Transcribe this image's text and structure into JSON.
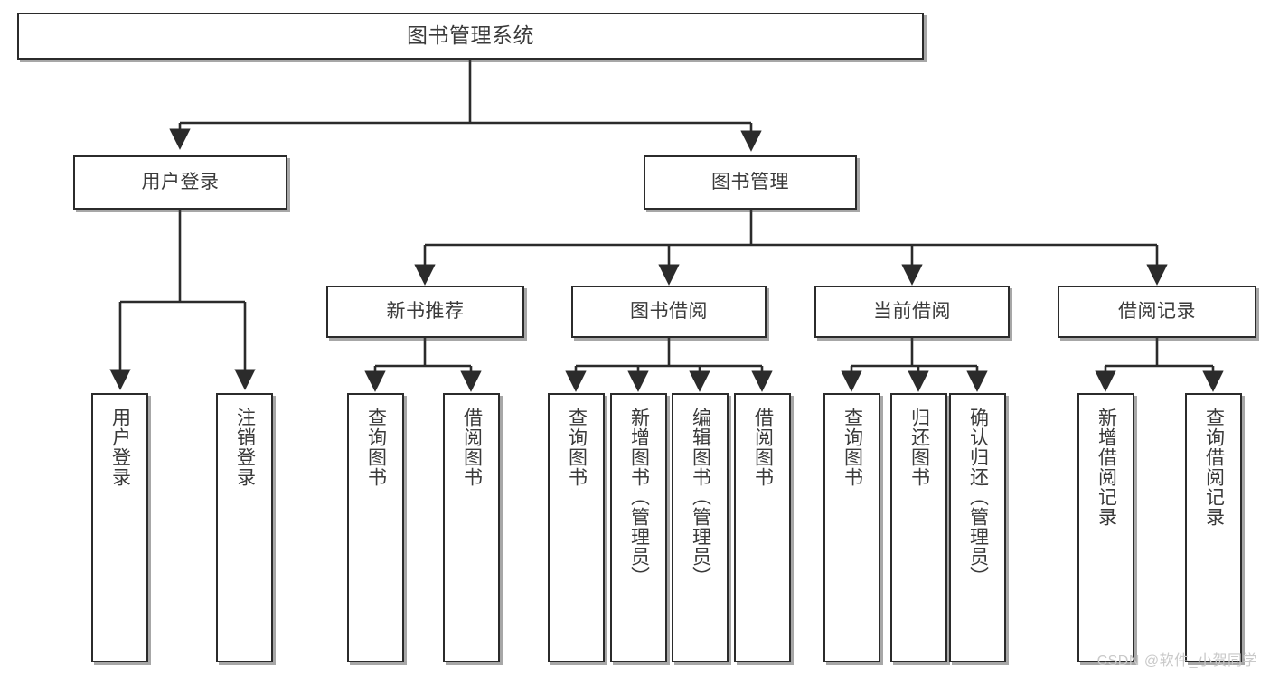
{
  "diagram": {
    "title_node": {
      "label": "图书管理系统"
    },
    "level1": [
      {
        "label": "用户登录"
      },
      {
        "label": "图书管理"
      }
    ],
    "level2": [
      {
        "label": "新书推荐"
      },
      {
        "label": "图书借阅"
      },
      {
        "label": "当前借阅"
      },
      {
        "label": "借阅记录"
      }
    ],
    "leaves": {
      "user_login": [
        {
          "label": "用户登录"
        },
        {
          "label": "注销登录"
        }
      ],
      "new_book_recommend": [
        {
          "label": "查询图书"
        },
        {
          "label": "借阅图书"
        }
      ],
      "book_borrow": [
        {
          "label": "查询图书"
        },
        {
          "label": "新增图书（管理员）"
        },
        {
          "label": "编辑图书（管理员）"
        },
        {
          "label": "借阅图书"
        }
      ],
      "current_borrow": [
        {
          "label": "查询图书"
        },
        {
          "label": "归还图书"
        },
        {
          "label": "确认归还（管理员）"
        }
      ],
      "borrow_records": [
        {
          "label": "新增借阅记录"
        },
        {
          "label": "查询借阅记录"
        }
      ]
    }
  },
  "watermark": {
    "text": "CSDN @软件_小贺同学"
  },
  "colors": {
    "stroke": "#2b2b2b",
    "text": "#3a3a3a",
    "background": "#ffffff",
    "watermark": "#c9c9c9"
  }
}
